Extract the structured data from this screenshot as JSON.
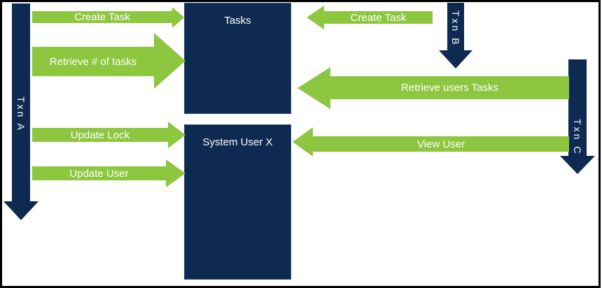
{
  "diagram": {
    "boxes": {
      "tasks": {
        "label": "Tasks"
      },
      "system_user": {
        "label": "System User X"
      }
    },
    "transactions": {
      "txn_a": {
        "label": "Txn A"
      },
      "txn_b": {
        "label": "Txn B"
      },
      "txn_c": {
        "label": "Txn C"
      }
    },
    "messages": {
      "create_task_left": {
        "label": "Create Task",
        "from": "Txn A",
        "to": "Tasks",
        "direction": "right"
      },
      "retrieve_num_tasks": {
        "label": "Retrieve # of tasks",
        "from": "Txn A",
        "to": "Tasks",
        "direction": "right"
      },
      "update_lock": {
        "label": "Update Lock",
        "from": "Txn A",
        "to": "System User X",
        "direction": "right"
      },
      "update_user": {
        "label": "Update User",
        "from": "Txn A",
        "to": "System User X",
        "direction": "right"
      },
      "create_task_right": {
        "label": "Create Task",
        "from": "Txn B",
        "to": "Tasks",
        "direction": "left"
      },
      "retrieve_users_tasks": {
        "label": "Retrieve users Tasks",
        "from": "Txn C",
        "to": "Tasks",
        "direction": "left"
      },
      "view_user": {
        "label": "View User",
        "from": "Txn C",
        "to": "System User X",
        "direction": "left"
      }
    },
    "colors": {
      "navy": "#0e2a50",
      "green": "#8dc63f",
      "label_text": "#ffffff",
      "frame": "#000000",
      "background": "#ffffff"
    }
  }
}
